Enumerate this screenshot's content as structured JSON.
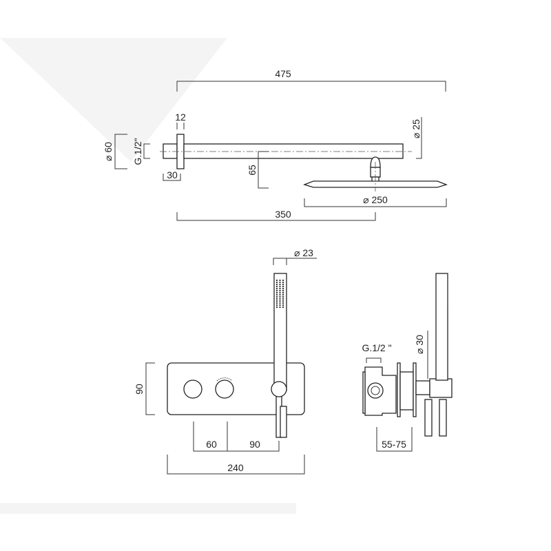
{
  "shower_arm_view": {
    "overall_length": "475",
    "flange_thickness": "12",
    "flange_diameter": "⌀ 60",
    "thread": "G.1/2\"",
    "stub_length": "30",
    "drop": "65",
    "arm_diameter": "⌀ 25",
    "head_diameter": "⌀ 250",
    "head_projection": "350"
  },
  "mixer_front_view": {
    "handshower_diameter": "⌀ 23",
    "plate_height": "90",
    "knob_spacing": "60",
    "holder_spacing": "90",
    "plate_width": "240"
  },
  "mixer_side_view": {
    "thread": "G.1/2 \"",
    "holder_diameter": "⌀ 30",
    "wall_depth": "55-75"
  }
}
